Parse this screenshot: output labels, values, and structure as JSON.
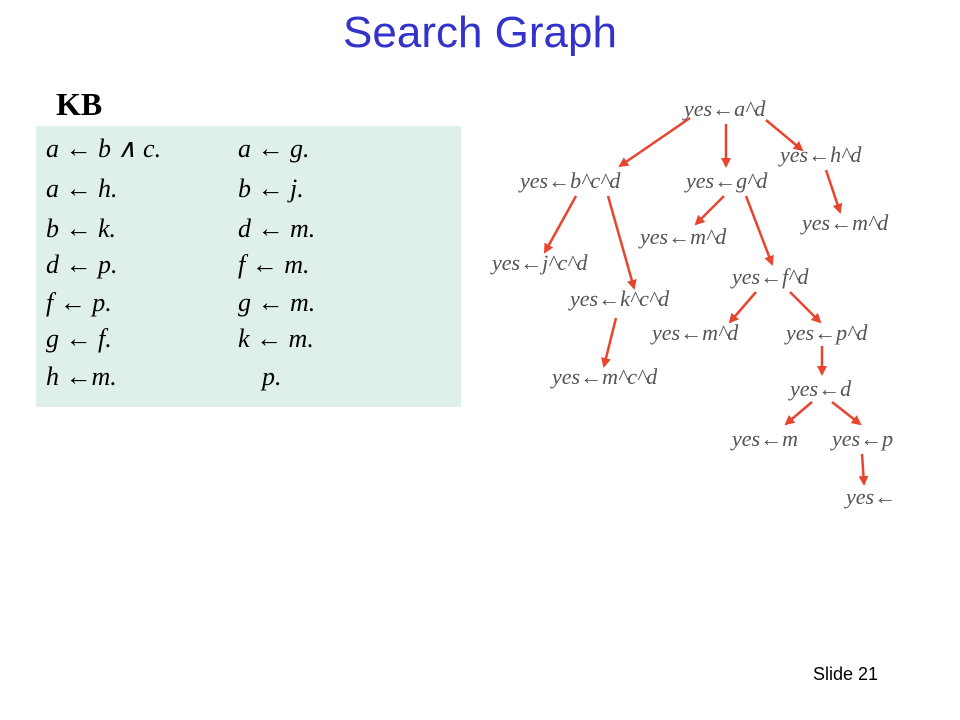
{
  "title": "Search Graph",
  "kb": {
    "heading": "KB",
    "rules": [
      "a ← b ∧ c.",
      "a ← g.",
      "a ← h.",
      "b ← j.",
      "b ← k.",
      "d ← m.",
      "d ← p.",
      "f ← m.",
      "f ← p.",
      "g ← m.",
      "g ← f.",
      "k ← m.",
      "h ←m.",
      "p."
    ]
  },
  "graph": {
    "arrow_color": "#e8452f",
    "nodes": [
      "yes←a^d",
      "yes←b^c^d",
      "yes←g^d",
      "yes←h^d",
      "yes←j^c^d",
      "yes←k^c^d",
      "yes←m^c^d",
      "yes←m^d",
      "yes←f^d",
      "yes←m^d",
      "yes←m^d",
      "yes←p^d",
      "yes←d",
      "yes←m",
      "yes←p",
      "yes←"
    ]
  },
  "footer": {
    "slide_label": "Slide 21"
  }
}
